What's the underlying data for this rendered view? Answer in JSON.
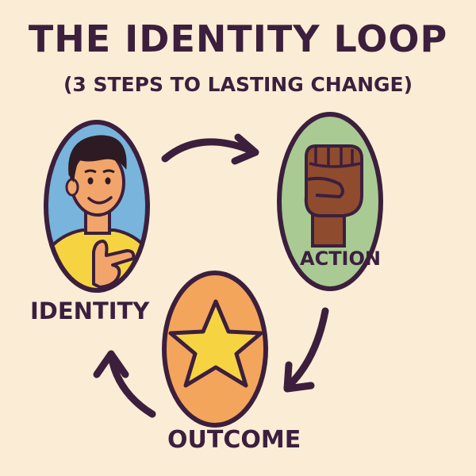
{
  "title": "THE IDENTITY LOOP",
  "subtitle": "(3 STEPS TO LASTING CHANGE)",
  "nodes": {
    "identity": {
      "label": "IDENTITY",
      "icon": "person-pointing-icon",
      "fill": "#78b4dc"
    },
    "action": {
      "label": "ACTION",
      "icon": "raised-fist-icon",
      "fill": "#a9ca93"
    },
    "outcome": {
      "label": "OUTCOME",
      "icon": "star-icon",
      "fill": "#f3a55c"
    }
  },
  "colors": {
    "background": "#fbecd6",
    "ink": "#3c1f3d",
    "star": "#f6d441",
    "shirt": "#f6d441",
    "skin_light": "#f1a56b",
    "skin_dark": "#8e4b2e"
  }
}
